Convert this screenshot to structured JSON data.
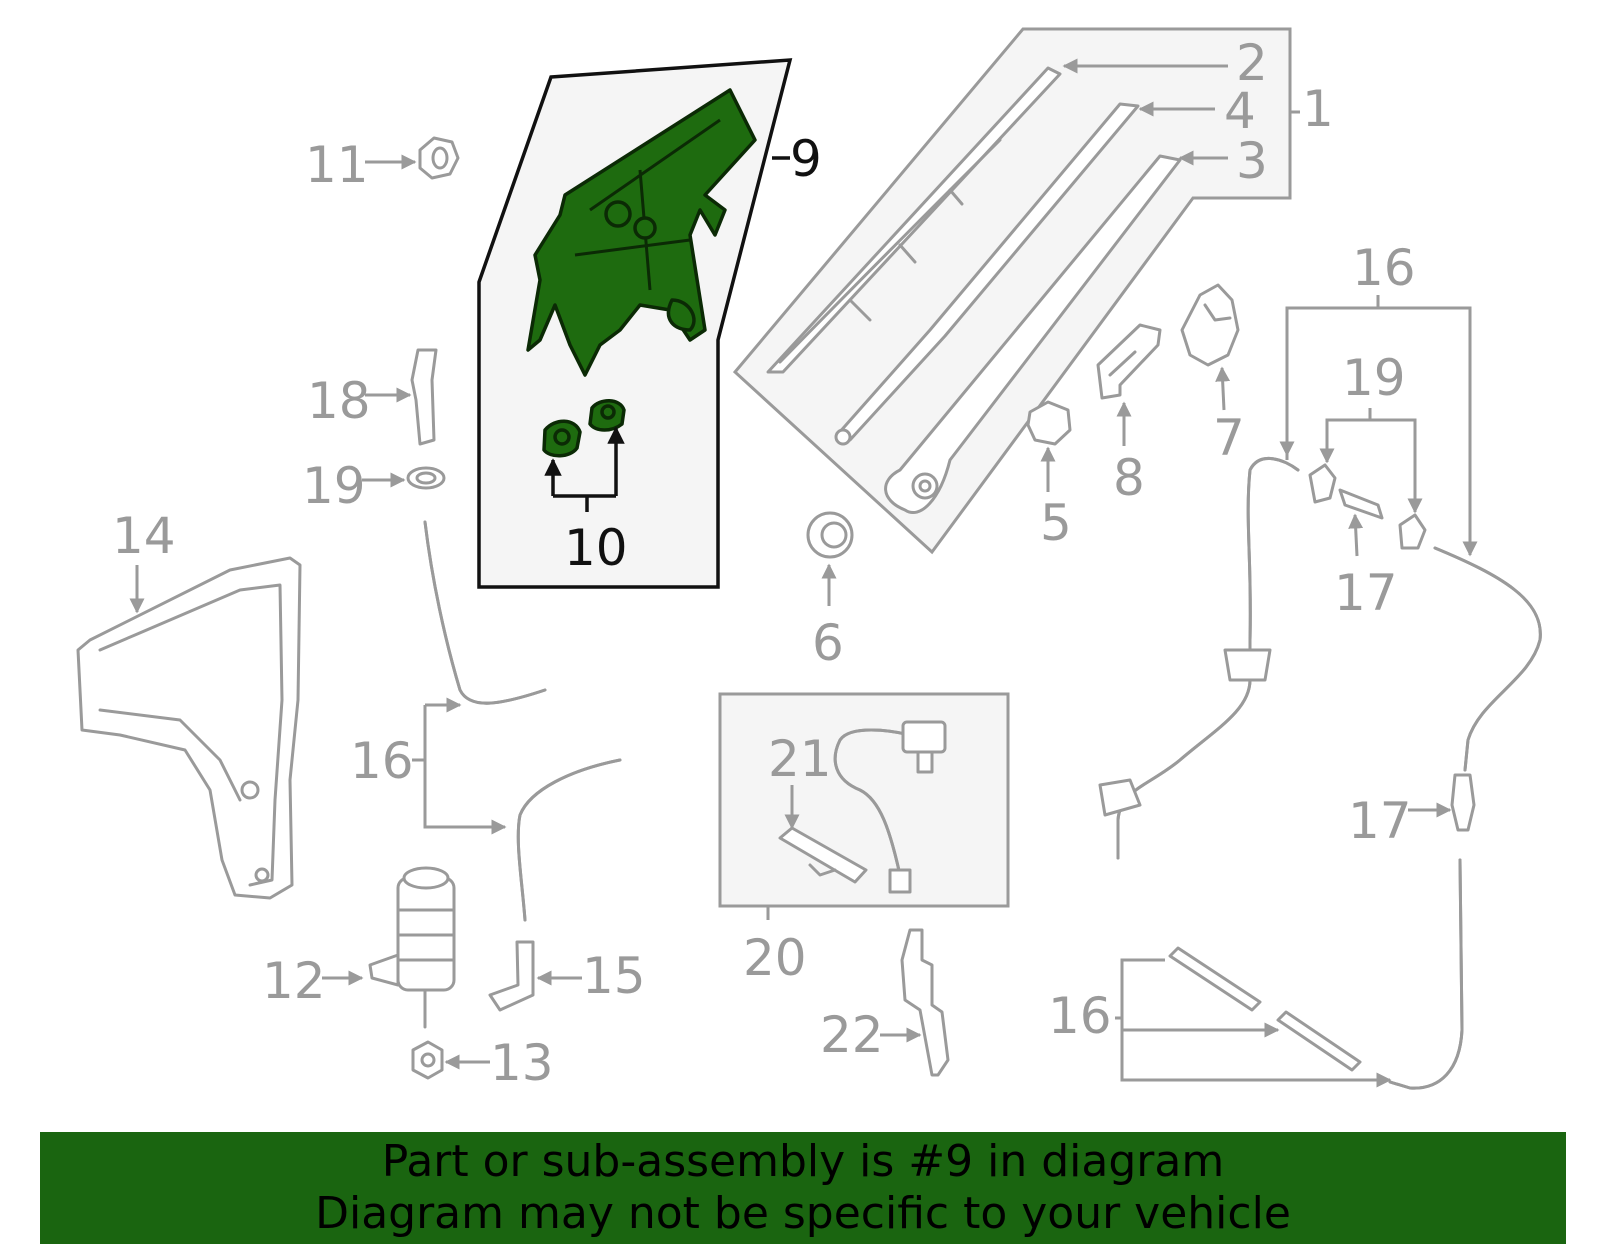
{
  "callouts": {
    "c1": "1",
    "c2": "2",
    "c3": "3",
    "c4": "4",
    "c5": "5",
    "c6": "6",
    "c7": "7",
    "c8": "8",
    "c9": "9",
    "c10": "10",
    "c11": "11",
    "c12": "12",
    "c13": "13",
    "c14": "14",
    "c15": "15",
    "c16a": "16",
    "c16b": "16",
    "c16c": "16",
    "c17a": "17",
    "c17b": "17",
    "c18": "18",
    "c19a": "19",
    "c19b": "19",
    "c20": "20",
    "c21": "21",
    "c22": "22"
  },
  "highlight": {
    "part_number": "9",
    "color": "#1e6b0f"
  },
  "footer": {
    "line1": "Part or sub-assembly is #9 in diagram",
    "line2": "Diagram may not be specific to your vehicle",
    "background": "#1a6510"
  }
}
